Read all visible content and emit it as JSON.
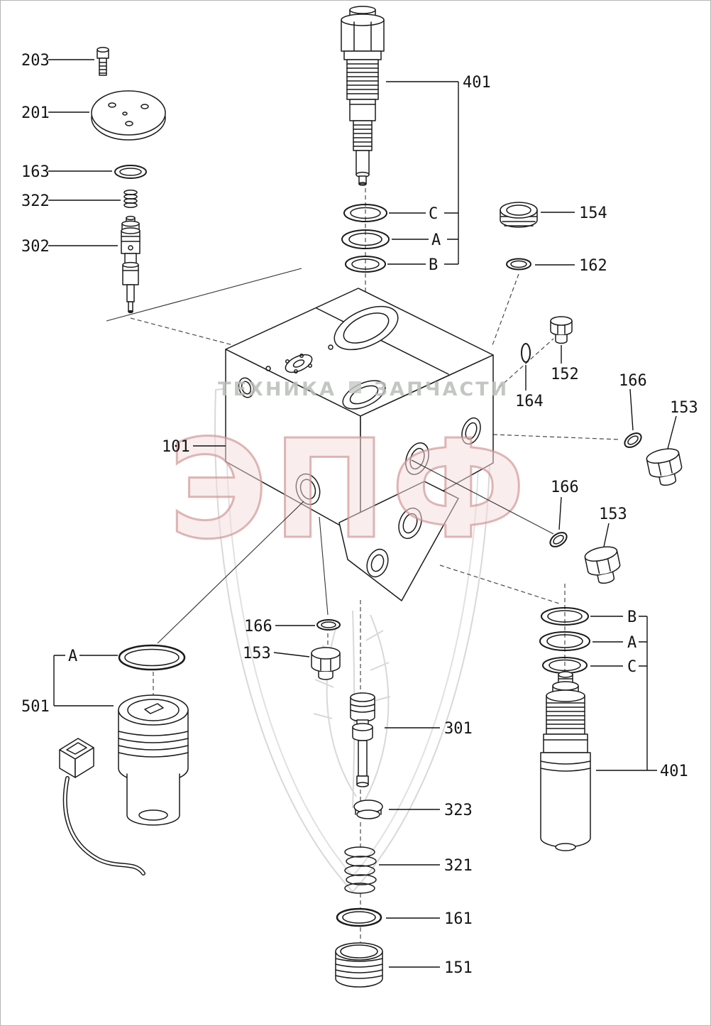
{
  "watermark": {
    "band_left": "ТЕХНИКА",
    "band_right": "ЗАПЧАСТИ",
    "logo": "ЭПФ",
    "logo_color": "#d09090",
    "shield_color": "#d4d4d4",
    "band_text_color": "#b9beb9"
  },
  "callouts": {
    "bolt_203": "203",
    "plate_201": "201",
    "oring_163": "163",
    "spring_322": "322",
    "valve_302": "302",
    "relief_valve_top": "401",
    "ring_c_top": "C",
    "ring_a_top": "A",
    "ring_b_top": "B",
    "plug_154": "154",
    "oring_162": "162",
    "plug_152": "152",
    "snap_ring_164": "164",
    "oring_166_upper_right": "166",
    "plug_153_upper_right": "153",
    "valve_body": "101",
    "oring_166_lower_right": "166",
    "plug_153_lower_right": "153",
    "oring_166_center": "166",
    "plug_153_center": "153",
    "oring_a_left": "A",
    "solenoid_501": "501",
    "spool_301": "301",
    "cap_323": "323",
    "spring_321": "321",
    "oring_161": "161",
    "plug_151": "151",
    "ring_b_bottom": "B",
    "ring_a_bottom": "A",
    "ring_c_bottom": "C",
    "relief_valve_bottom": "401"
  }
}
